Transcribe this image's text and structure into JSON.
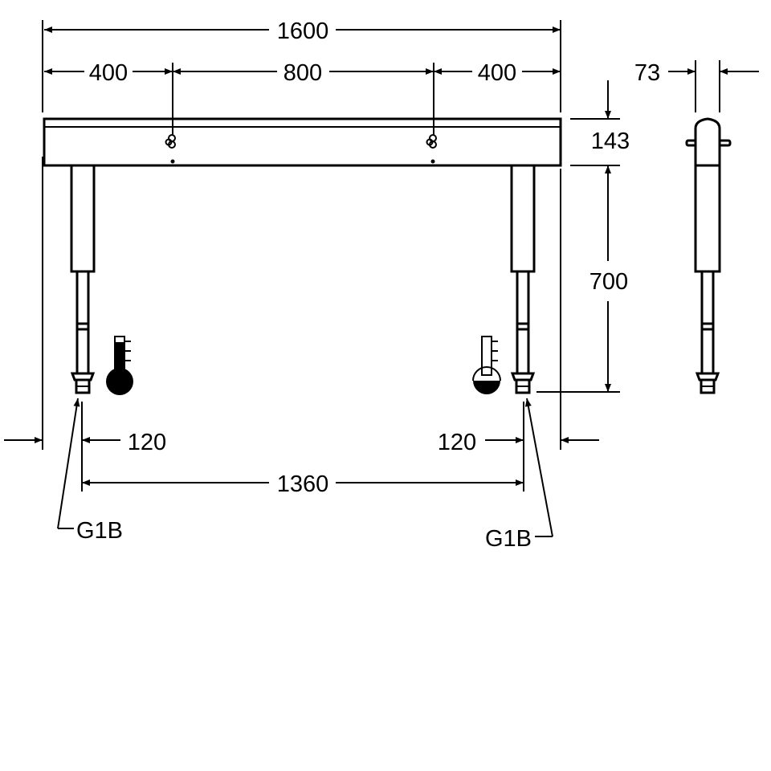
{
  "dimensions": {
    "overall_width": "1600",
    "left_offset": "400",
    "center_spacing": "800",
    "right_offset": "400",
    "depth": "73",
    "bar_height": "143",
    "leg_height": "700",
    "left_inset": "120",
    "right_inset": "120",
    "connection_spacing": "1360"
  },
  "connections": {
    "left_label": "G1B",
    "right_label": "G1B"
  },
  "symbols": {
    "left_thermometer": "cold-water-icon",
    "right_thermometer": "hot-water-icon"
  }
}
